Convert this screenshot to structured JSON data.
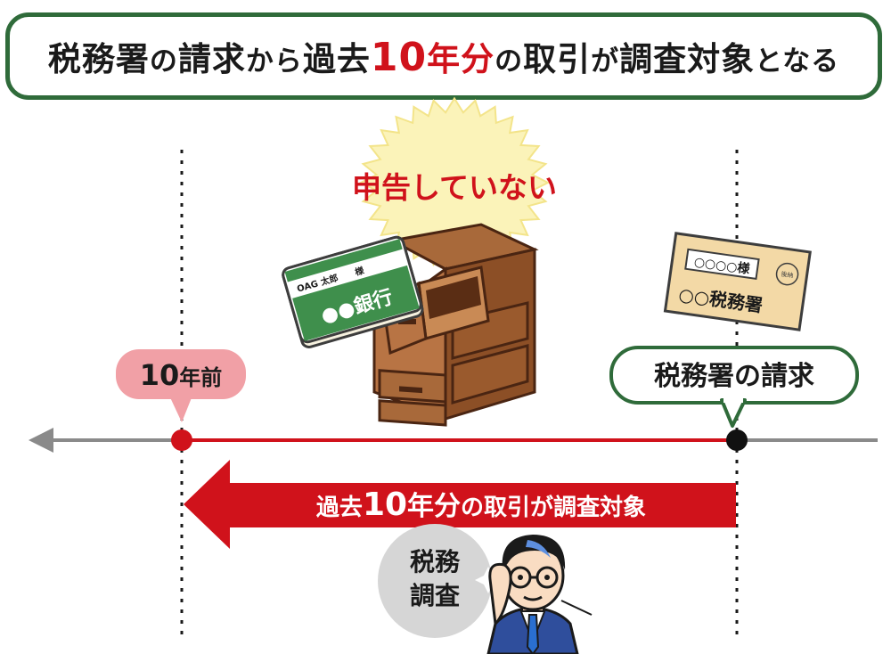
{
  "title": {
    "part1": "税務署",
    "part2": "の",
    "part3": "請求",
    "part4": "から",
    "part5": "過去",
    "part6": "10",
    "part7": "年分",
    "part8": "の",
    "part9": "取引",
    "part10": "が",
    "part11": "調査対象",
    "part12": "となる"
  },
  "unreported_label": "申告していない",
  "passbook": {
    "owner": "OAG 太郎　　様",
    "bank": "●●銀行"
  },
  "envelope": {
    "addressee": "○○○○様",
    "sender": "○○税務署",
    "stamp": "後納"
  },
  "ten_years_ago": {
    "num": "10",
    "unit": "年前"
  },
  "tax_office_request": "税務署の請求",
  "arrow_label": {
    "pre": "過去",
    "num": "10",
    "mid": "年分",
    "post": "の取引が調査対象"
  },
  "tax_audit": {
    "line1": "税務",
    "line2": "調査"
  },
  "colors": {
    "green": "#2f6b3a",
    "red": "#d0121b",
    "pink": "#f1a0a6",
    "gray_line": "#8a8a8a"
  }
}
